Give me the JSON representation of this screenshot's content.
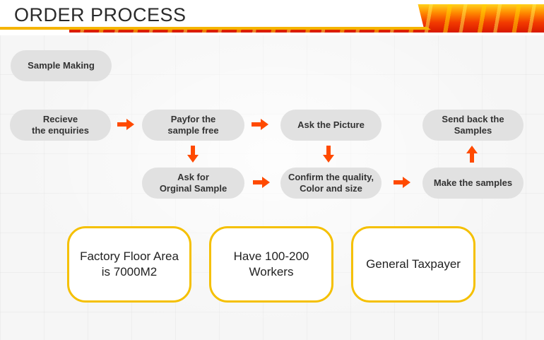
{
  "header": {
    "title": "ORDER PROCESS"
  },
  "process": {
    "sample_making": "Sample Making",
    "recieve_enquiries": "Recieve\nthe enquiries",
    "payfor_sample": "Payfor the\nsample free",
    "ask_picture": "Ask the Picture",
    "send_back": "Send back the\nSamples",
    "ask_original": "Ask for\nOrginal Sample",
    "confirm_quality": "Confirm the quality,\nColor and size",
    "make_samples": "Make the samples"
  },
  "cards": {
    "floor_area": "Factory Floor Area\nis 7000M2",
    "workers": "Have 100-200\nWorkers",
    "taxpayer": "General Taxpayer"
  },
  "colors": {
    "arrow": "#ff4a00",
    "pill": "#e1e1e1",
    "card_border": "#f5c000"
  }
}
